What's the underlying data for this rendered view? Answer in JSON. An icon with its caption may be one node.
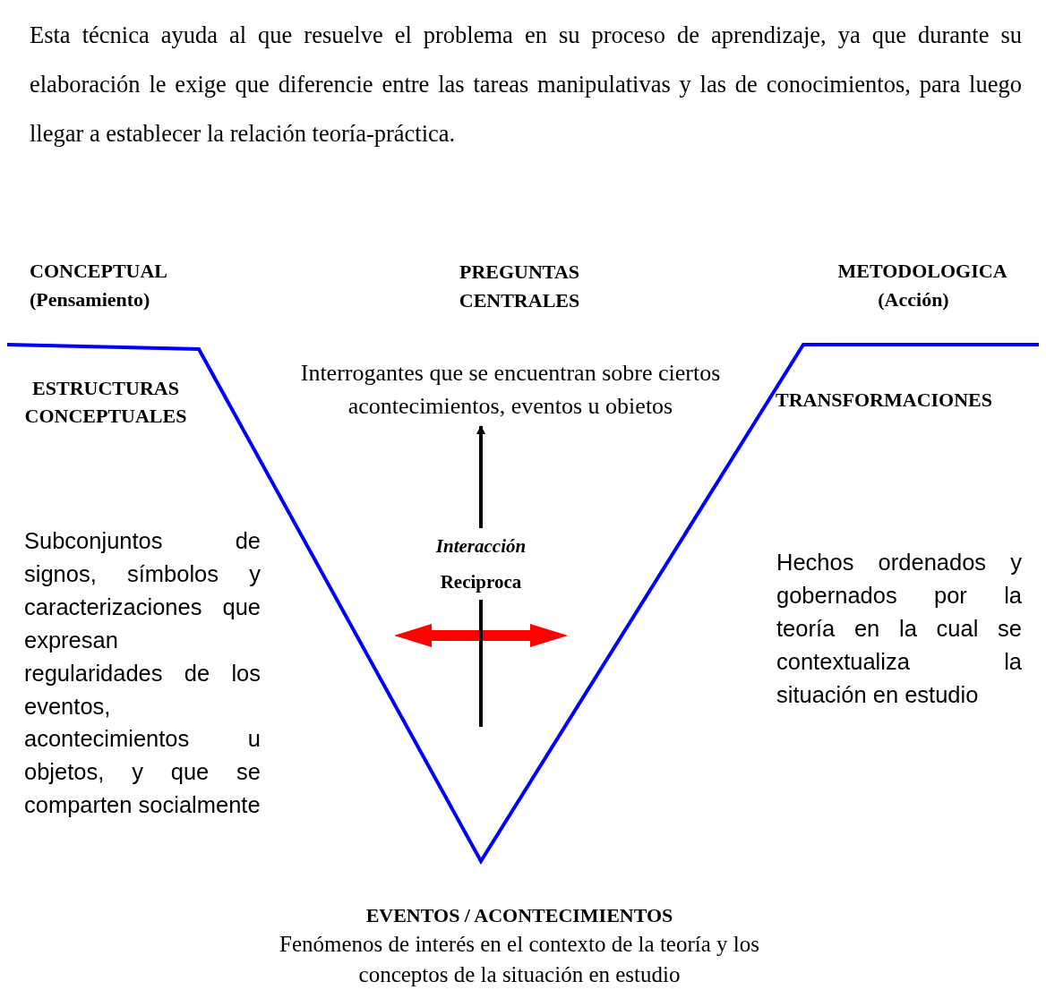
{
  "diagram": {
    "nodes": [
      {
        "text": [
          "Interrogantes que se encuentran sobre ciertos acontecimientos, eventos u obietos"
        ]
      },
      {
        "text": [
          "Interacción",
          "Reciproca"
        ]
      }
    ],
    "edges": [
      {
        "from": 1,
        "to": 0,
        "arrow": "to"
      }
    ],
    "labels": [
      "Esta técnica ayuda al que resuelve el problema en su proceso de aprendizaje,  ya que durante su elaboración le exige que diferencie entre las tareas manipulativas y las de conocimientos, para luego llegar a establecer la relación teoría-práctica.",
      "CONCEPTUAL",
      "(Pensamiento)",
      "PREGUNTAS CENTRALES",
      "METODOLOGICA",
      "(Acción)",
      "ESTRUCTURAS CONCEPTUALES",
      "TRANSFORMACIONES",
      "Subconjuntos de signos, símbolos y caracterizaciones que expresan regularidades de los eventos, acontecimientos u objetos, y que se comparten socialmente",
      "Hechos ordenados y gobernados por la teoría en la cual se contextualiza la situación en estudio",
      "EVENTOS / ACONTECIMIENTOS",
      "Fenómenos de interés en el contexto de la teoría y los conceptos de la situación en estudio"
    ]
  }
}
